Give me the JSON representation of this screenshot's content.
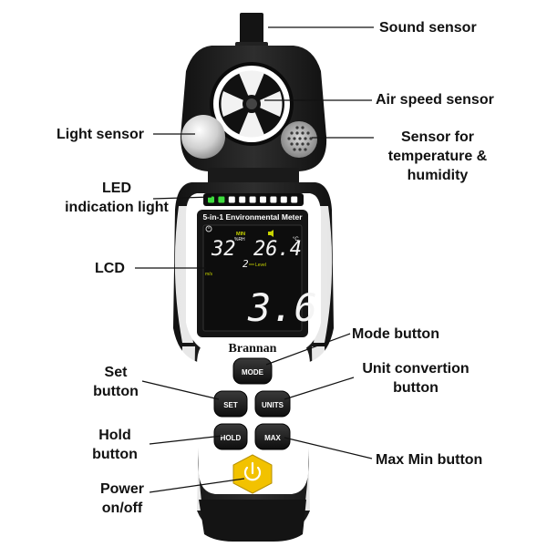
{
  "callouts": {
    "sound_sensor": "Sound sensor",
    "air_speed_sensor": "Air speed sensor",
    "light_sensor": "Light sensor",
    "temp_humidity_sensor_lines": [
      "Sensor for",
      "temperature &",
      "humidity"
    ],
    "led_indication_lines": [
      "LED",
      "indication light"
    ],
    "lcd": "LCD",
    "mode_button": "Mode button",
    "set_button_lines": [
      "Set",
      "button"
    ],
    "unit_conversion_lines": [
      "Unit convertion",
      "button"
    ],
    "hold_button_lines": [
      "Hold",
      "button"
    ],
    "max_min_button": "Max Min button",
    "power_lines": [
      "Power",
      "on/off"
    ]
  },
  "device": {
    "model_label": "5-in-1 Environmental Meter",
    "brand": "Brannan",
    "buttons": {
      "mode": "MODE",
      "set": "SET",
      "units": "UNITS",
      "hold": "HOLD",
      "max": "MAX"
    },
    "led_count": 9,
    "led_lit": 2
  },
  "lcd": {
    "humidity_value": "32",
    "humidity_unit": "%RH",
    "min_label": "MIN",
    "temperature_value": "26.4",
    "temperature_unit": "°C",
    "level_value": "2",
    "level_label": "Level",
    "speed_unit": "m/s",
    "main_value": "3.6"
  },
  "colors": {
    "body": "#1e1e1e",
    "trim": "#ffffff",
    "lcd_bg": "#0d0d0d",
    "lcd_text": "#f4f4f4",
    "lcd_accent": "#c8d400",
    "led_on": "#3ddc3d",
    "led_off": "#ffffff",
    "power_button": "#f2c200"
  },
  "icons": {
    "power": "power-icon",
    "fan": "fan-icon",
    "speaker_grille": "speaker-grille-icon",
    "light_dome": "light-dome-icon",
    "timer": "timer-icon"
  }
}
